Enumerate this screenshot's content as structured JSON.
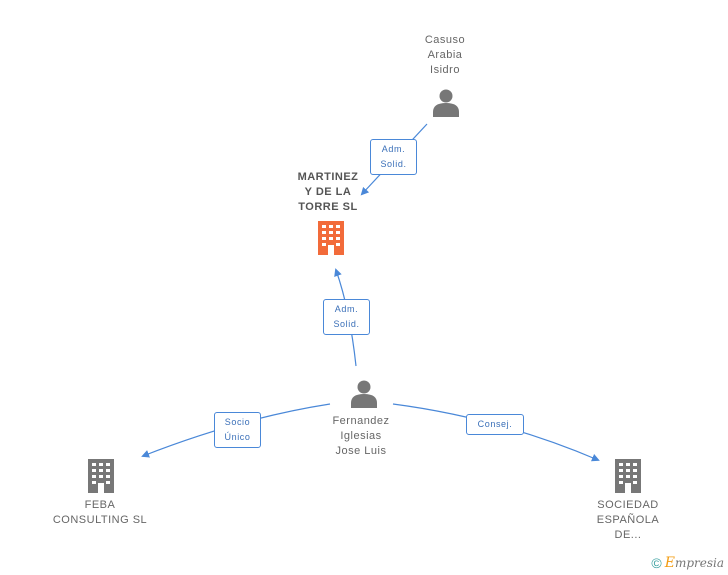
{
  "nodes": {
    "casuso": {
      "lines": [
        "Casuso",
        "Arabia",
        "Isidro"
      ],
      "icon": "person-icon"
    },
    "martinez": {
      "lines": [
        "MARTINEZ",
        "Y DE LA",
        "TORRE SL"
      ],
      "icon": "building-icon"
    },
    "fernandez": {
      "lines": [
        "Fernandez",
        "Iglesias",
        "Jose Luis"
      ],
      "icon": "person-icon"
    },
    "feba": {
      "lines": [
        "FEBA",
        "CONSULTING SL"
      ],
      "icon": "building-icon"
    },
    "sociedad": {
      "lines": [
        "SOCIEDAD",
        "ESPAÑOLA",
        "DE..."
      ],
      "icon": "building-icon"
    }
  },
  "edges": {
    "casuso_martinez": {
      "lines": [
        "Adm.",
        "Solid."
      ]
    },
    "fernandez_martinez": {
      "lines": [
        "Adm.",
        "Solid."
      ]
    },
    "fernandez_feba": {
      "lines": [
        "Socio",
        "Único"
      ]
    },
    "fernandez_sociedad": {
      "lines": [
        "Consej."
      ]
    }
  },
  "footer": {
    "copyright": "©",
    "brand_initial": "E",
    "brand_rest": "mpresia"
  },
  "colors": {
    "edge": "#4a88d8",
    "highlight_building": "#f26b3a",
    "building": "#777777",
    "person": "#777777"
  }
}
